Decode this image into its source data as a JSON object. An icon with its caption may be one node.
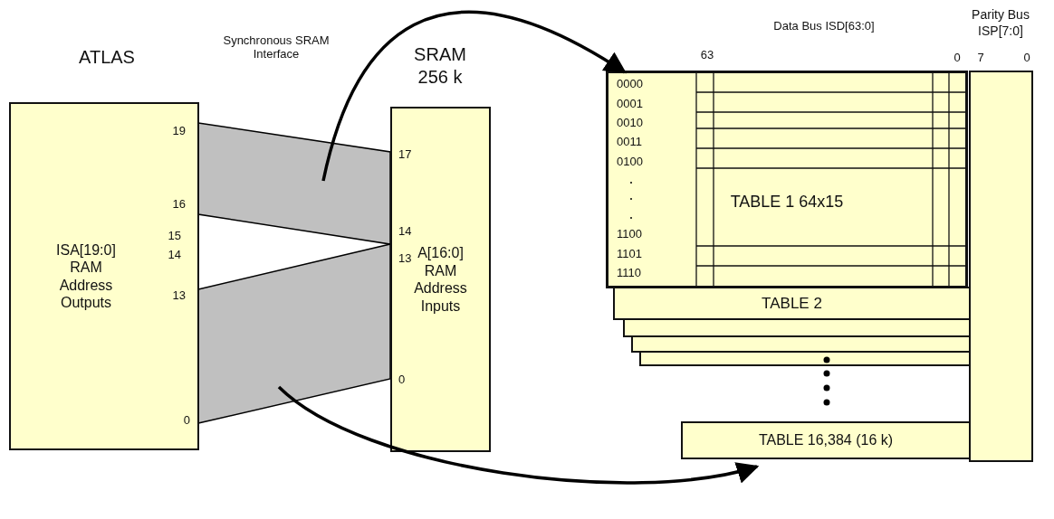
{
  "diagram": {
    "nodes": [
      {
        "text": [
          "ATLAS",
          "ISA[19:0] RAM Address Outputs"
        ]
      },
      {
        "text": [
          "SRAM 256 k",
          "A[16:0] RAM Address Inputs"
        ]
      },
      {
        "text": [],
        "shape": "band"
      },
      {
        "text": [],
        "shape": "band"
      },
      {
        "text": [
          "TABLE 1 64x15"
        ]
      },
      {
        "text": [
          "TABLE 2"
        ]
      },
      {
        "text": [],
        "shape": "box"
      },
      {
        "text": [],
        "shape": "box"
      },
      {
        "text": [],
        "shape": "box"
      },
      {
        "text": [
          "TABLE 16,384 (16 k)"
        ]
      },
      {
        "text": [
          "Parity Bus ISP[7:0]"
        ]
      }
    ],
    "edges": [
      {
        "from": 2,
        "to": 4,
        "arrow": "to"
      },
      {
        "from": 3,
        "to": 9,
        "arrow": "to"
      }
    ],
    "labels": [
      "Synchronous SRAM Interface",
      "Data Bus ISD[63:0]",
      "63",
      "0",
      "7",
      "0",
      "19",
      "17",
      "16",
      "15",
      "14",
      "14",
      "13",
      "13",
      "0",
      "0",
      "0000",
      "0001",
      "0010",
      "0011",
      "0100",
      "1100",
      "1101",
      "1110"
    ]
  }
}
